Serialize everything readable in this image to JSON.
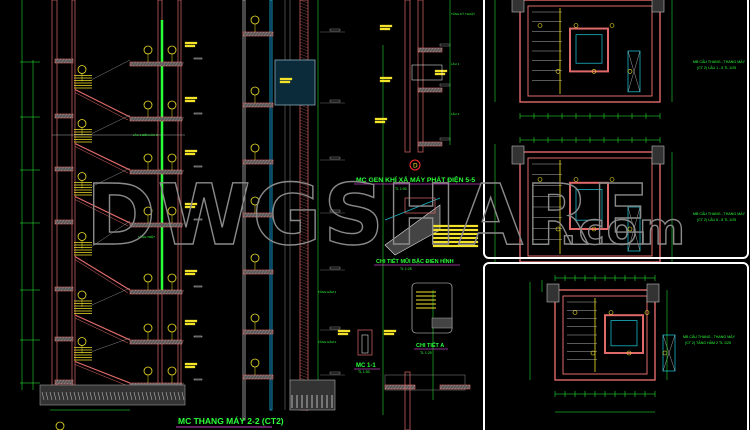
{
  "watermark": {
    "main": "DWGSHARE",
    "suffix": ".com"
  },
  "colors": {
    "background": "#000000",
    "wall": "#e06a6a",
    "dimension": "#2bff3a",
    "stair": "#f2e22a",
    "hatch": "#c8c8c8",
    "glass": "#19b6c8",
    "panel_border": "#ffffff"
  },
  "left_sheet": {
    "title_section_main": "MC THANG MÁY 2-2 (CT2)",
    "title_gen": "MC GEN KHÍ XẢ MÁY PHÁT ĐIỆN 5-5",
    "gen_scale": "TL 1:50",
    "title_nose": "CHI TIẾT MŨI BẬC ĐIỂN HÌNH",
    "nose_scale": "TL 1:25",
    "title_detail_a": "CHI TIẾT A",
    "detail_a_scale": "TL 1:25",
    "title_mc11": "MC 1-1",
    "mc11_scale": "TL 1:50",
    "grid_bubble": "D",
    "level_labels": [
      "LẦU 1 ĐẾN LẦU 8",
      "TẦNG TRỆT",
      "TẦNG HẦM 1",
      "TẦNG HẦM 2",
      "LẦU 2",
      "LẦU 1",
      "TẦNG KỸ THUẬT"
    ]
  },
  "right_sheets": [
    {
      "title": "MB CẦU THANG - THANG MÁY",
      "subtitle": "(CT 2) LẦU 1 - 5 TL 1/25"
    },
    {
      "title": "MB CẦU THANG - THANG MÁY",
      "subtitle": "(CT 2) LẦU 6 - 8 TL 1/25"
    },
    {
      "title": "MB CẦU THANG - THANG MÁY",
      "subtitle": "(CT 2) TẦNG HẦM 2 TL 1/25"
    }
  ]
}
